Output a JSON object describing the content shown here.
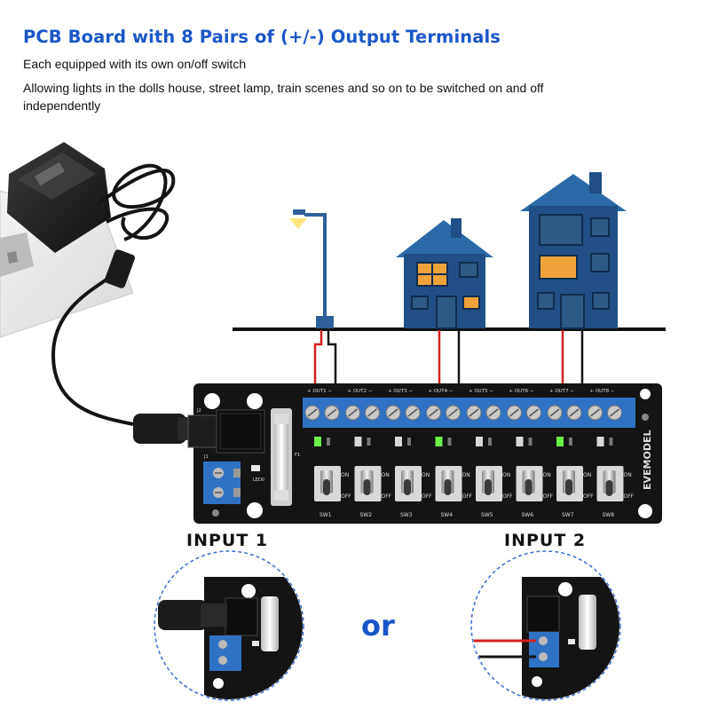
{
  "header": {
    "title": "PCB Board with 8 Pairs of (+/-) Output Terminals",
    "line1": "Each equipped with its own on/off switch",
    "line2": "Allowing lights in the dolls house, street lamp, train scenes and so on to be switched on and off independently"
  },
  "board": {
    "brand": "EVEMODEL",
    "fuse_label": "F1",
    "jack_label": "J2",
    "terminal_label": "J1",
    "led_label": "LED0",
    "outputs": [
      "OUT1",
      "OUT2",
      "OUT3",
      "OUT4",
      "OUT5",
      "OUT6",
      "OUT7",
      "OUT8"
    ],
    "switches": [
      "SW1",
      "SW2",
      "SW3",
      "SW4",
      "SW5",
      "SW6",
      "SW7",
      "SW8"
    ],
    "on_label": "ON",
    "off_label": "OFF"
  },
  "inputs": {
    "input1": "INPUT 1",
    "input2": "INPUT 2",
    "or": "or"
  },
  "colors": {
    "title_blue": "#1a56c8",
    "pcb": "#141414",
    "terminal_blue": "#2f72c4",
    "house_blue": "#1f4f86",
    "window_lit": "#f0a23a",
    "wire_red": "#d42020",
    "led_green": "#6cf04a"
  }
}
